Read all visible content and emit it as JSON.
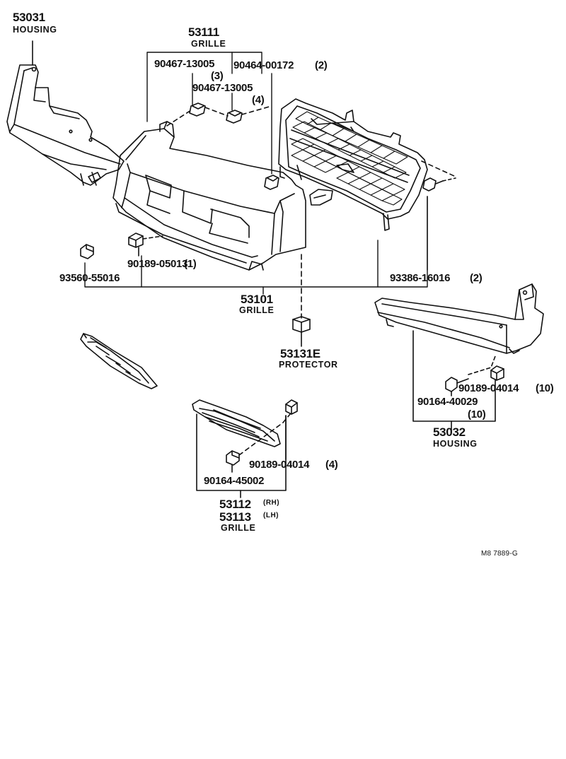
{
  "diagram": {
    "reference_code": "M8  7889-G",
    "parts": {
      "housing_left": {
        "number": "53031",
        "name": "HOUSING"
      },
      "grille_upper": {
        "number": "53111",
        "name": "GRILLE"
      },
      "grille_main": {
        "number": "53101",
        "name": "GRILLE"
      },
      "protector": {
        "number": "53131E",
        "name": "PROTECTOR"
      },
      "housing_right": {
        "number": "53032",
        "name": "HOUSING"
      },
      "grille_side": {
        "number_rh": "53112",
        "side_rh": "(RH)",
        "number_lh": "53113",
        "side_lh": "(LH)",
        "name": "GRILLE"
      }
    },
    "fasteners": {
      "clip_a": {
        "number": "90467-13005",
        "qty": "(3)"
      },
      "clip_b": {
        "number": "90467-13005",
        "qty": "(4)"
      },
      "clip_c": {
        "number": "90464-00172",
        "qty": "(2)"
      },
      "nut_a": {
        "number": "90189-05013",
        "qty": "(1)"
      },
      "screw_a": {
        "number": "93560-55016",
        "qty": ""
      },
      "screw_b": {
        "number": "93386-16016",
        "qty": "(2)"
      },
      "nut_b": {
        "number": "90189-04014",
        "qty": "(10)"
      },
      "screw_c": {
        "number": "90164-40029",
        "qty": "(10)"
      },
      "nut_c": {
        "number": "90189-04014",
        "qty": "(4)"
      },
      "screw_d": {
        "number": "90164-45002",
        "qty": ""
      }
    }
  }
}
